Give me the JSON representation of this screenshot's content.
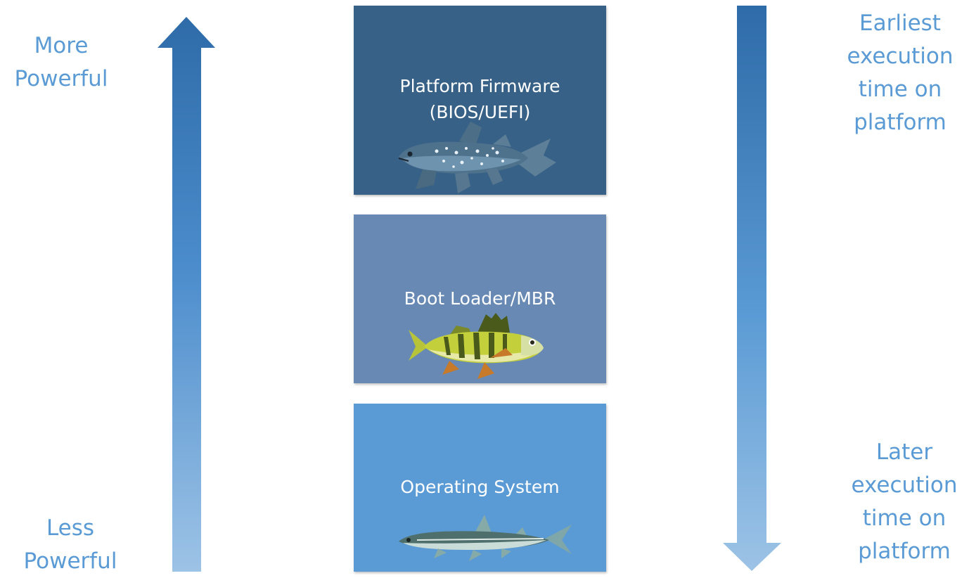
{
  "left_labels": {
    "top": [
      "More",
      "Powerful"
    ],
    "bottom": [
      "Less",
      "Powerful"
    ]
  },
  "right_labels": {
    "top": [
      "Earliest",
      "execution",
      "time on",
      "platform"
    ],
    "bottom": [
      "Later",
      "execution",
      "time on",
      "platform"
    ]
  },
  "boxes": [
    {
      "label": [
        "Platform Firmware",
        "(BIOS/UEFI)"
      ],
      "color": "#376186",
      "fish": "coelacanth-icon"
    },
    {
      "label": [
        "Boot Loader/MBR"
      ],
      "color": "#6789b4",
      "fish": "perch-icon"
    },
    {
      "label": [
        "Operating System"
      ],
      "color": "#5b9bd5",
      "fish": "smelt-icon"
    }
  ],
  "colors": {
    "label_text": "#5b9bd5",
    "arrow_dark": "#2e6ba8",
    "arrow_light": "#9dc3e6"
  }
}
